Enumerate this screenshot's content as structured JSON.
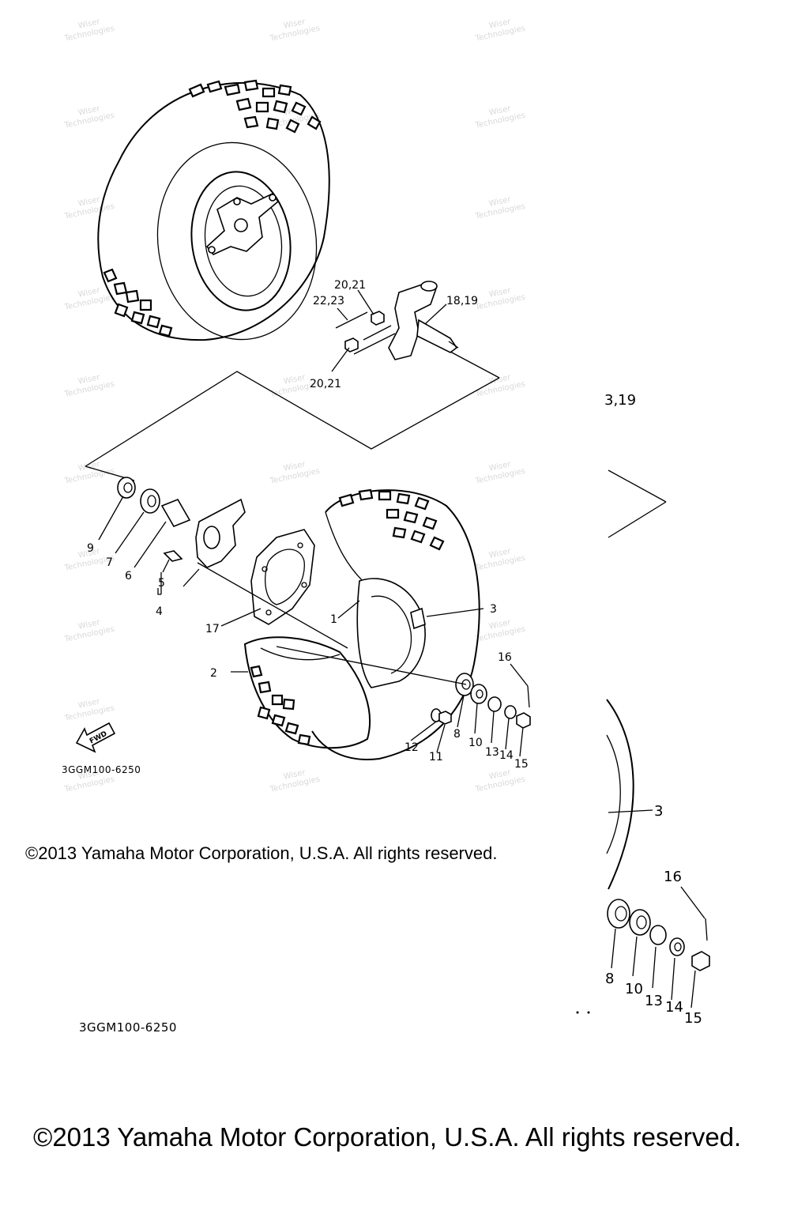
{
  "diagram": {
    "part_labels": {
      "p1": "1",
      "p2": "2",
      "p3": "3",
      "p4": "4",
      "p5": "5",
      "p6": "6",
      "p7": "7",
      "p8": "8",
      "p9": "9",
      "p10": "10",
      "p11": "11",
      "p12": "12",
      "p13": "13",
      "p14": "14",
      "p15": "15",
      "p16": "16",
      "p17": "17",
      "p18_19": "18,19",
      "p20_21_top": "20,21",
      "p20_21_bottom": "20,21",
      "p22_23": "22,23"
    },
    "zoom_labels": {
      "z3": "3",
      "z8": "8",
      "z10": "10",
      "z13": "13",
      "z14": "14",
      "z15": "15",
      "z16": "16",
      "z18_19_partial": "3,19"
    },
    "fwd_arrow_label": "FWD",
    "figure_code": "3GGM100-6250",
    "figure_code_lower": "3GGM100-6250",
    "watermark_line1": "Wiser",
    "watermark_line2": "Technologies"
  },
  "copyright": {
    "inline": "©2013 Yamaha Motor Corporation, U.S.A. All rights reserved.",
    "footer": "©2013 Yamaha Motor Corporation, U.S.A. All rights reserved."
  }
}
